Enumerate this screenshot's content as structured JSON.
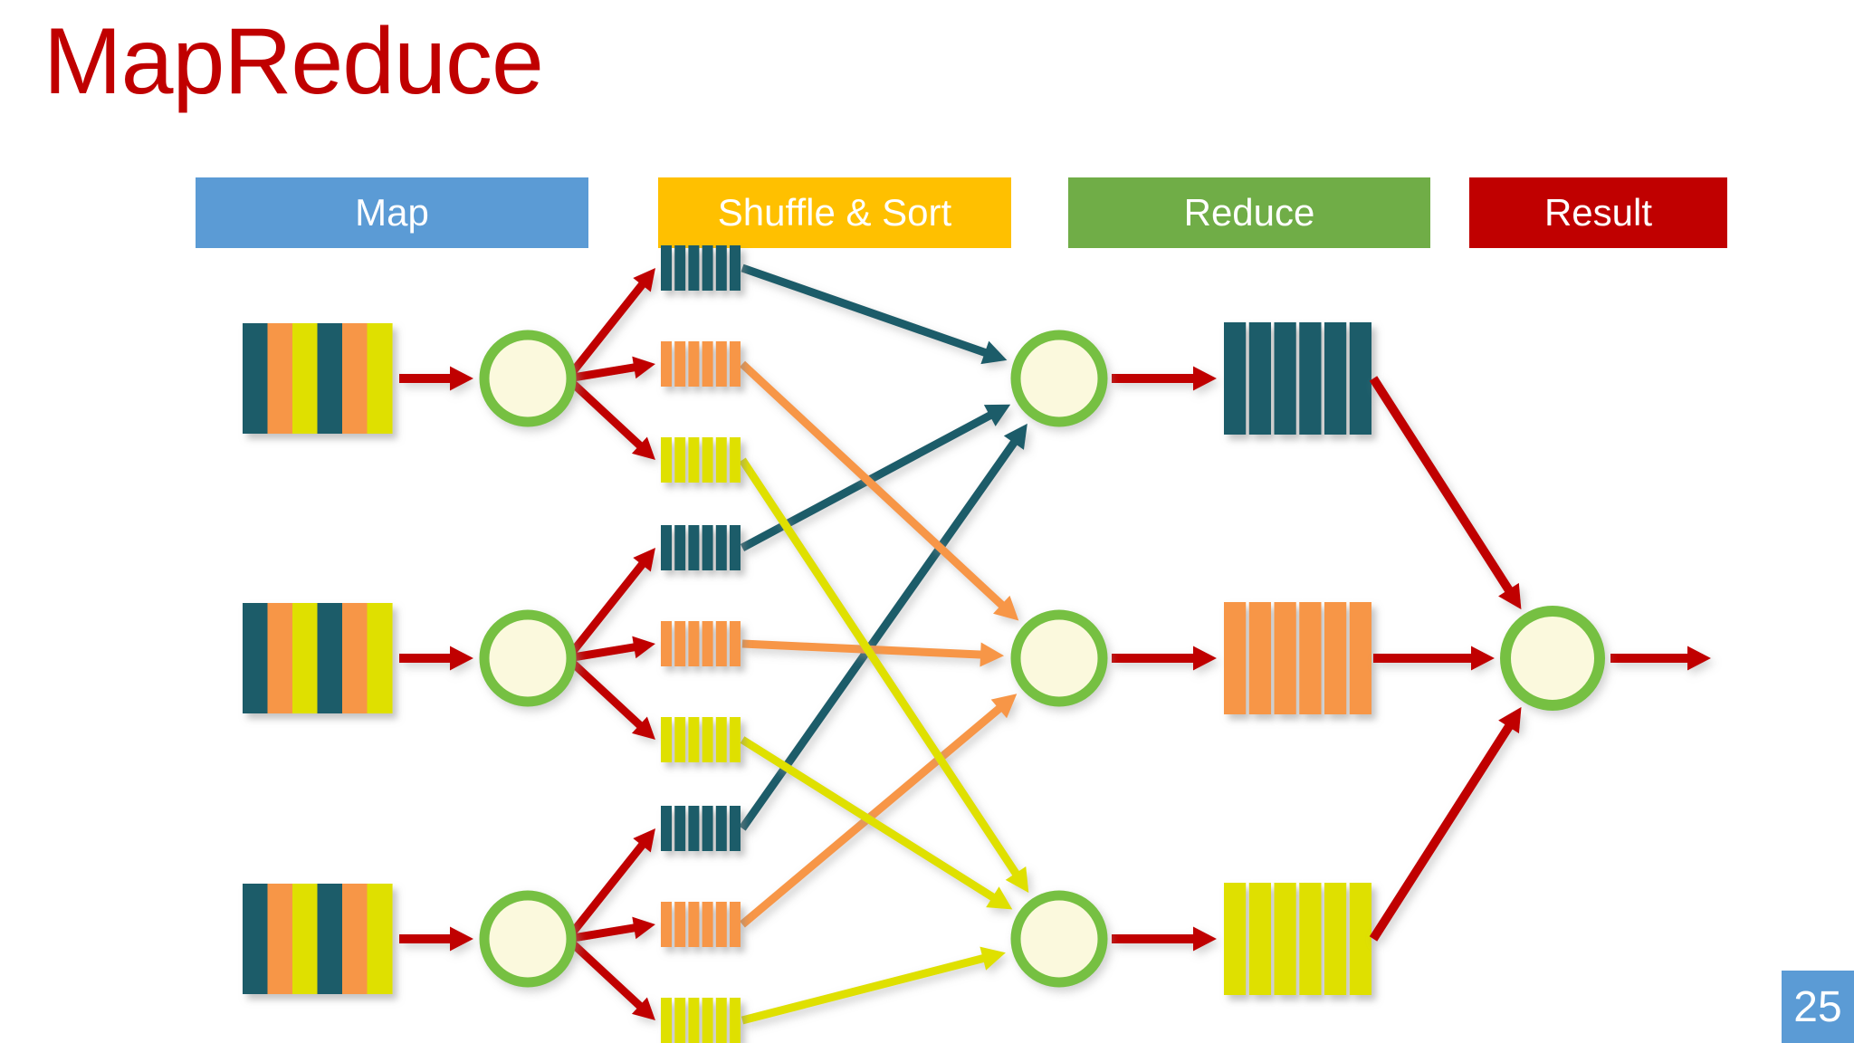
{
  "slide": {
    "title": "MapReduce",
    "page_number": "25",
    "title_color": "#c00000"
  },
  "phases": [
    {
      "key": "map",
      "label": "Map",
      "color": "#5b9bd5",
      "text_color": "#ffffff"
    },
    {
      "key": "shuffle",
      "label": "Shuffle & Sort",
      "color": "#ffc000",
      "text_color": "#ffffff"
    },
    {
      "key": "reduce",
      "label": "Reduce",
      "color": "#70ad47",
      "text_color": "#ffffff"
    },
    {
      "key": "result",
      "label": "Result",
      "color": "#c00000",
      "text_color": "#ffffff"
    }
  ],
  "palette": {
    "teal": "#1b5c69",
    "orange": "#f79646",
    "yellow": "#dfe000",
    "arrow_red": "#c00000",
    "node_ring": "#76c043",
    "node_fill": "#fbf9dd",
    "background": "#ffffff"
  },
  "diagram": {
    "input_splits": [
      {
        "id": "split-1",
        "stripes": [
          "teal",
          "orange",
          "yellow",
          "teal",
          "orange",
          "yellow"
        ]
      },
      {
        "id": "split-2",
        "stripes": [
          "teal",
          "orange",
          "yellow",
          "teal",
          "orange",
          "yellow"
        ]
      },
      {
        "id": "split-3",
        "stripes": [
          "teal",
          "orange",
          "yellow",
          "teal",
          "orange",
          "yellow"
        ]
      }
    ],
    "mapper_nodes": [
      {
        "id": "mapper-1"
      },
      {
        "id": "mapper-2"
      },
      {
        "id": "mapper-3"
      }
    ],
    "intermediate_blocks": [
      {
        "id": "inter-1-teal",
        "color": "teal"
      },
      {
        "id": "inter-1-orange",
        "color": "orange"
      },
      {
        "id": "inter-1-yellow",
        "color": "yellow"
      },
      {
        "id": "inter-2-teal",
        "color": "teal"
      },
      {
        "id": "inter-2-orange",
        "color": "orange"
      },
      {
        "id": "inter-2-yellow",
        "color": "yellow"
      },
      {
        "id": "inter-3-teal",
        "color": "teal"
      },
      {
        "id": "inter-3-orange",
        "color": "orange"
      },
      {
        "id": "inter-3-yellow",
        "color": "yellow"
      }
    ],
    "reducer_nodes": [
      {
        "id": "reducer-teal",
        "color": "teal"
      },
      {
        "id": "reducer-orange",
        "color": "orange"
      },
      {
        "id": "reducer-yellow",
        "color": "yellow"
      }
    ],
    "reduce_outputs": [
      {
        "id": "output-teal",
        "color": "teal"
      },
      {
        "id": "output-orange",
        "color": "orange"
      },
      {
        "id": "output-yellow",
        "color": "yellow"
      }
    ],
    "result_node": {
      "id": "result-node"
    },
    "shuffle_edges": [
      {
        "from": "inter-1-teal",
        "to": "reducer-teal",
        "color": "teal"
      },
      {
        "from": "inter-2-teal",
        "to": "reducer-teal",
        "color": "teal"
      },
      {
        "from": "inter-3-teal",
        "to": "reducer-teal",
        "color": "teal"
      },
      {
        "from": "inter-1-orange",
        "to": "reducer-orange",
        "color": "orange"
      },
      {
        "from": "inter-2-orange",
        "to": "reducer-orange",
        "color": "orange"
      },
      {
        "from": "inter-3-orange",
        "to": "reducer-orange",
        "color": "orange"
      },
      {
        "from": "inter-1-yellow",
        "to": "reducer-yellow",
        "color": "yellow"
      },
      {
        "from": "inter-2-yellow",
        "to": "reducer-yellow",
        "color": "yellow"
      },
      {
        "from": "inter-3-yellow",
        "to": "reducer-yellow",
        "color": "yellow"
      }
    ]
  }
}
